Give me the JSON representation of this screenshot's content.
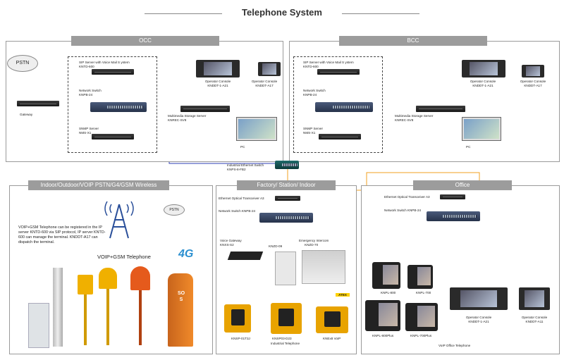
{
  "title": "Telephone System",
  "sections": {
    "occ": "OCC",
    "bcc": "BCC",
    "wireless": "Indoor/Outdoor/VOIP PSTN/G4/GSM Wireless Telephone",
    "factory": "Factory/ Station/ Indoor",
    "office": "Office"
  },
  "pstn": "PSTN",
  "pstn_small": "PSTN",
  "gateway": "Gateway",
  "occ": {
    "sip_server": "SIP Server with Voice Mail S ystem",
    "sip_model": "KNTD-600",
    "network_switch": "Network Switch",
    "switch_model": "KNPB-24",
    "snmp_server": "SNMP Server",
    "snmp_model": "NMS-X1",
    "storage": "Multimedia Storage Server",
    "storage_model": "KNREC-SV8",
    "op_console1": "Operator Console",
    "op_console1_model": "KNDDT-1-A21",
    "op_console2": "Operator Console",
    "op_console2_model": "KNDDT-A17",
    "pc": "PC"
  },
  "bcc": {
    "sip_server": "SIP Server with Voice Mail S ystem",
    "sip_model": "KNTD-600",
    "network_switch": "Network Switch",
    "switch_model": "KNPB-24",
    "snmp_server": "SNMP Server",
    "snmp_model": "NMS-X1",
    "storage": "Multimedia Storage Server",
    "storage_model": "KNREC-SV8",
    "op_console1": "Operator Console",
    "op_console1_model": "KNDDT-1-A21",
    "op_console2": "Operator Console",
    "op_console2_model": "KNDDT-A17",
    "pc": "PC"
  },
  "industrial_switch": "Industrial Ethernet Switch",
  "industrial_switch_model": "KNPS-8-FB2",
  "wireless": {
    "note": "VOIP+GSM Telephone can be registered in the IP server KNTD-600 via SIP protocol, IP server KNTD-600 can manage the terminal. KNDDT-A17 can dispatch the terminal.",
    "voip_gsm": "VOIP+GSM Telephone",
    "badge": "4G",
    "sos": "SOS"
  },
  "factory": {
    "transceiver": "Ethernet Optical Transceiver A3",
    "network_switch": "Network Switch KNPB-24",
    "voice_gateway": "Voice Gateway",
    "voice_gateway_model": "KNXS-S2",
    "knzd09": "KNZD-09",
    "intercom": "Emergency Intercom",
    "intercom_model": "KNZD-70",
    "phone1": "KNSP-01T3J",
    "phone2": "KNSP03-D23",
    "phone2_caption": "Industrial Telephone",
    "phone3": "KNEx8 VoIP",
    "atex": "ATEX"
  },
  "office": {
    "transceiver": "Ethernet Optical Transceiver A3",
    "network_switch": "Network Switch KNPB-24",
    "p800": "KNPL-800",
    "p700": "KNPL-700",
    "p800plus": "KNPL-800Plus",
    "p700plus": "KNPL-700Plus",
    "op_console1": "Operator Console",
    "op_console1_model": "KNDDT-1-A21",
    "op_console2": "Operator Console",
    "op_console2_model": "KNDDT-A11",
    "caption": "VoIP Office Telephone"
  },
  "colors": {
    "blue_link": "#2f3fb4",
    "orange_link": "#f0a020",
    "red_link": "#d0322a",
    "header_grey": "#9c9c9c"
  }
}
